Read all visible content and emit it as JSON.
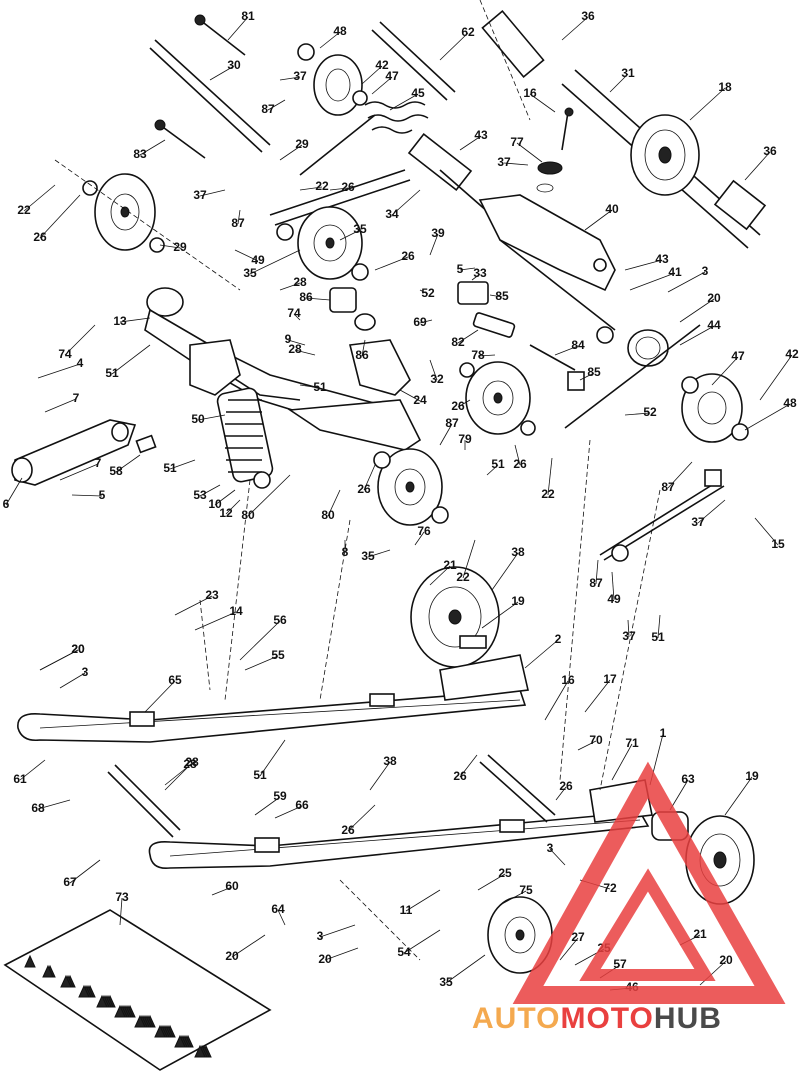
{
  "diagram": {
    "callouts": [
      "81",
      "48",
      "62",
      "36",
      "30",
      "37",
      "42",
      "47",
      "87",
      "45",
      "16",
      "31",
      "18",
      "83",
      "29",
      "43",
      "77",
      "22",
      "26",
      "37",
      "36",
      "37",
      "34",
      "22",
      "87",
      "26",
      "35",
      "40",
      "35",
      "49",
      "29",
      "39",
      "43",
      "3",
      "26",
      "28",
      "5",
      "33",
      "41",
      "20",
      "52",
      "85",
      "86",
      "69",
      "13",
      "74",
      "82",
      "86",
      "44",
      "84",
      "74",
      "9",
      "28",
      "78",
      "4",
      "51",
      "32",
      "85",
      "7",
      "51",
      "52",
      "47",
      "42",
      "48",
      "50",
      "24",
      "26",
      "87",
      "26",
      "7",
      "58",
      "51",
      "53",
      "79",
      "51",
      "22",
      "87",
      "10",
      "12",
      "80",
      "80",
      "26",
      "37",
      "15",
      "6",
      "5",
      "76",
      "8",
      "35",
      "21",
      "22",
      "38",
      "49",
      "23",
      "14",
      "20",
      "19",
      "87",
      "37",
      "51",
      "56",
      "2",
      "55",
      "20",
      "3",
      "65",
      "16",
      "17",
      "70",
      "71",
      "1",
      "61",
      "51",
      "28",
      "26",
      "26",
      "63",
      "19",
      "38",
      "59",
      "66",
      "68",
      "28",
      "26",
      "67",
      "3",
      "25",
      "60",
      "72",
      "64",
      "75",
      "11",
      "73",
      "20",
      "3",
      "20",
      "54",
      "27",
      "25",
      "21",
      "35",
      "57",
      "20",
      "46"
    ]
  },
  "logo": {
    "text_a": "AUTO",
    "text_b": "MOTO",
    "text_c": "HUB",
    "color_a": "#f4a94f",
    "color_b": "#e9403f",
    "color_c": "#4a4a4a",
    "triangle_color": "#e9403f"
  }
}
